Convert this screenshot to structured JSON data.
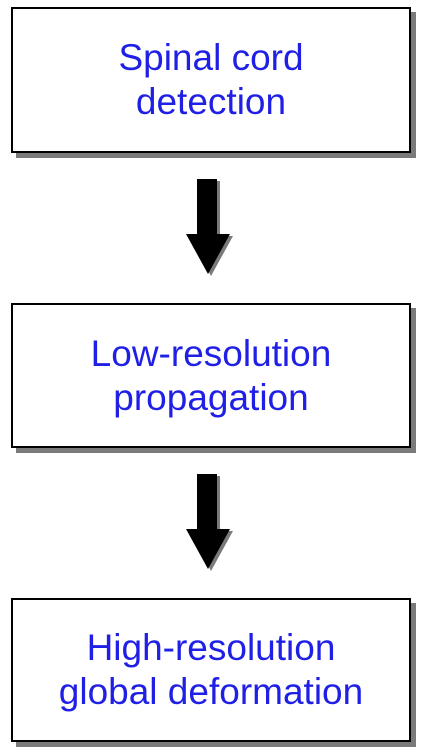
{
  "steps": [
    {
      "label": "Spinal cord\ndetection"
    },
    {
      "label": "Low-resolution\npropagation"
    },
    {
      "label": "High-resolution\nglobal deformation"
    }
  ],
  "colors": {
    "text": "#1f1fe6",
    "border": "#000000",
    "shadow": "#7a7a7a",
    "arrow": "#000000"
  }
}
